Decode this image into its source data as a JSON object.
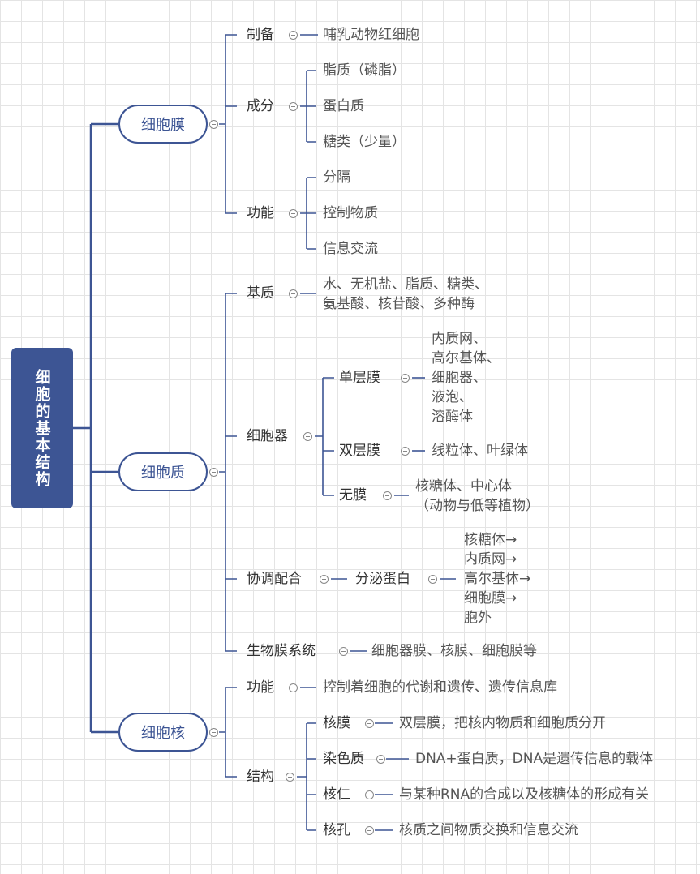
{
  "root": "细胞的基本结构",
  "membrane": {
    "label": "细胞膜",
    "prep": {
      "label": "制备",
      "value": "哺乳动物红细胞"
    },
    "comp": {
      "label": "成分",
      "items": [
        "脂质（磷脂）",
        "蛋白质",
        "糖类（少量）"
      ]
    },
    "func": {
      "label": "功能",
      "items": [
        "分隔",
        "控制物质",
        "信息交流"
      ]
    }
  },
  "cytoplasm": {
    "label": "细胞质",
    "matrix": {
      "label": "基质",
      "lines": [
        "水、无机盐、脂质、糖类、",
        "氨基酸、核苷酸、多种酶"
      ]
    },
    "organelle": {
      "label": "细胞器",
      "single": {
        "label": "单层膜",
        "lines": [
          "内质网、",
          "高尔基体、",
          "细胞器、",
          "液泡、",
          "溶酶体"
        ]
      },
      "double": {
        "label": "双层膜",
        "value": "线粒体、叶绿体"
      },
      "none": {
        "label": "无膜",
        "lines": [
          "核糖体、中心体",
          "（动物与低等植物）"
        ]
      }
    },
    "coop": {
      "label": "协调配合",
      "sub": "分泌蛋白",
      "lines": [
        "核糖体→",
        "内质网→",
        "高尔基体→",
        "细胞膜→",
        "胞外"
      ]
    },
    "biomem": {
      "label": "生物膜系统",
      "value": "细胞器膜、核膜、细胞膜等"
    }
  },
  "nucleus": {
    "label": "细胞核",
    "func": {
      "label": "功能",
      "value": "控制着细胞的代谢和遗传、遗传信息库"
    },
    "struct": {
      "label": "结构",
      "items": [
        {
          "label": "核膜",
          "value": "双层膜，把核内物质和细胞质分开"
        },
        {
          "label": "染色质",
          "value": "DNA+蛋白质，DNA是遗传信息的载体"
        },
        {
          "label": "核仁",
          "value": "与某种RNA的合成以及核糖体的形成有关"
        },
        {
          "label": "核孔",
          "value": "核质之间物质交换和信息交流"
        }
      ]
    }
  },
  "colors": {
    "accent": "#3d5594",
    "line": "#3d5594"
  }
}
